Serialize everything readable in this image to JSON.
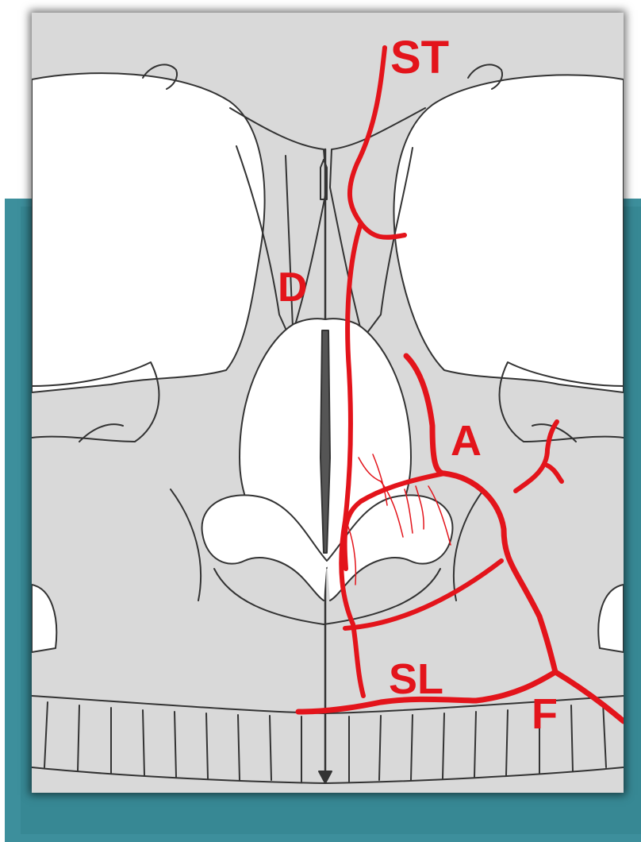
{
  "diagram": {
    "labels": {
      "st": "ST",
      "d": "D",
      "a": "A",
      "sl": "SL",
      "f": "F"
    },
    "colors": {
      "artery": "#e3141b",
      "bone": "#d9d9d9",
      "outline": "#333333",
      "cavity": "#ffffff",
      "frame": "#3d8f9c"
    }
  }
}
